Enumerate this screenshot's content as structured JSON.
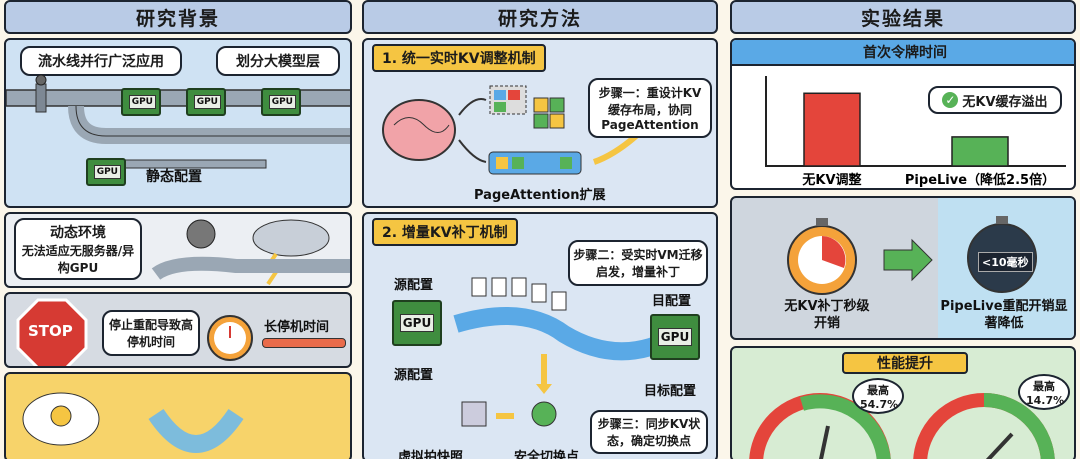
{
  "columns": {
    "background": {
      "title": "研究背景",
      "top_left_bubble": "流水线并行广泛应用",
      "top_right_bubble": "划分大模型层",
      "gpu_chip_label": "GPU",
      "static_label": "静态配置",
      "dynamic_title": "动态环境",
      "dynamic_desc": "无法适应无服务器/异构GPU",
      "stop_sign": "STOP",
      "stop_desc": "停止重配导致高停机时间",
      "long_downtime": "长停机时间"
    },
    "method": {
      "title": "研究方法",
      "step1_title": "1. 统一实时KV调整机制",
      "step1_bubble": "步骤一：重设计KV缓存布局，协同PageAttention",
      "step1_caption": "PageAttention扩展",
      "step2_title": "2. 增量KV补丁机制",
      "step2_bubble": "步骤二：受实时VM迁移启发，增量补丁",
      "source_label_top": "源配置",
      "source_label_bottom": "源配置",
      "target_label_top": "目配置",
      "target_label_bottom": "目标配置",
      "gpu_label": "GPU",
      "snapshot_label": "虚拟拍快照",
      "switch_label": "安全切换点",
      "step3_bubble": "步骤三：同步KV状态，确定切换点"
    },
    "results": {
      "title": "实验结果",
      "chart1_title": "首次令牌时间",
      "chart1_badge": "无KV缓存溢出",
      "downtime_left": "无KV补丁秒级开销",
      "timer_readout": "<10毫秒",
      "downtime_right": "PipeLive重配开销显著降低",
      "perf_title": "性能提升",
      "gauge1_label": "最高54.7%",
      "gauge2_label": "最高14.7%"
    }
  },
  "chart_data": {
    "type": "bar",
    "title": "首次令牌时间",
    "categories": [
      "无KV调整",
      "PipeLive（降低2.5倍）"
    ],
    "values": [
      1.0,
      0.4
    ],
    "colors": [
      "#e4453b",
      "#57b257"
    ],
    "ylim": [
      0,
      1.1
    ]
  },
  "colors": {
    "column_title_bg": "#b9cbe6",
    "accent_yellow": "#f5c542",
    "pipe": "#9aa7b4",
    "gpu_green": "#3f8d3f",
    "stop_red": "#d63a33"
  }
}
